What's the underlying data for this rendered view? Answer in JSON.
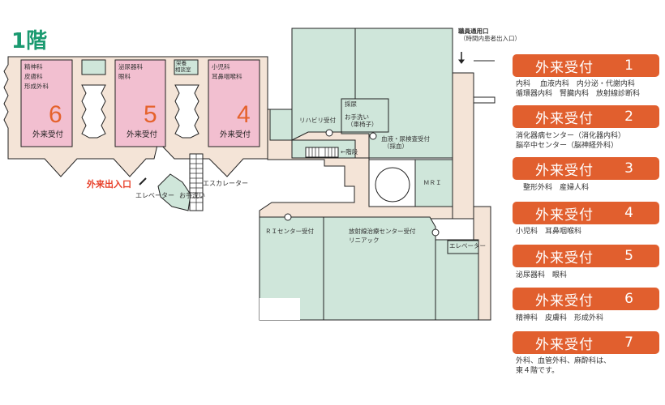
{
  "floor_title": "1階",
  "entrance_label": "外来出入口",
  "staff_entrance": {
    "label": "職員通用口",
    "note": "（時間内患者出入口）"
  },
  "rooms": {
    "room6": {
      "number": "6",
      "depts": [
        "精神科",
        "皮膚科",
        "形成外科"
      ],
      "reception": "外来受付"
    },
    "room5": {
      "number": "5",
      "depts": [
        "泌尿器科",
        "眼科"
      ],
      "reception": "外来受付"
    },
    "room4": {
      "number": "4",
      "depts": [
        "小児科",
        "耳鼻咽喉科"
      ],
      "reception": "外来受付"
    },
    "nutrition": [
      "栄養",
      "相談室"
    ],
    "elevator_left": "エレベーター",
    "toilet_left": "お手洗い",
    "escalator": "エスカレーター",
    "rehab": "リハビリ受付",
    "urine": "採尿",
    "toilet_wheelchair": [
      "お手洗い",
      "（車椅子）"
    ],
    "stairs": "←階段",
    "blood_test": [
      "血液・尿検査受付",
      "（採血）"
    ],
    "mri": "ＭＲＩ",
    "ri_center": "ＲＩセンター受付",
    "radiotherapy": [
      "放射線治療センター受付",
      "リニアック"
    ],
    "elevator_right": "エレベーター"
  },
  "legend": [
    {
      "label": "外来受付",
      "number": "1",
      "lines": [
        "内科　 血液内科　内分泌・代謝内科",
        "循環器内科　腎臓内科　放射線診断科"
      ]
    },
    {
      "label": "外来受付",
      "number": "2",
      "lines": [
        "消化器病センター（消化器内科）",
        "脳卒中センター（脳神経外科）"
      ]
    },
    {
      "label": "外来受付",
      "number": "3",
      "lines": [
        "　整形外科　産婦人科"
      ]
    },
    {
      "label": "外来受付",
      "number": "4",
      "lines": [
        "小児科　耳鼻咽喉科"
      ]
    },
    {
      "label": "外来受付",
      "number": "5",
      "lines": [
        "泌尿器科　眼科"
      ]
    },
    {
      "label": "外来受付",
      "number": "6",
      "lines": [
        "精神科　皮膚科　形成外科"
      ]
    },
    {
      "label": "外来受付",
      "number": "7",
      "lines": [
        "外科、血管外科、麻酔科は、",
        "東４階です。"
      ]
    }
  ],
  "colors": {
    "corridor": "#f4e4d7",
    "room_green": "#cfe6da",
    "room_pink": "#f2bfd0",
    "accent": "#e15f2e",
    "title": "#1a9a70"
  }
}
